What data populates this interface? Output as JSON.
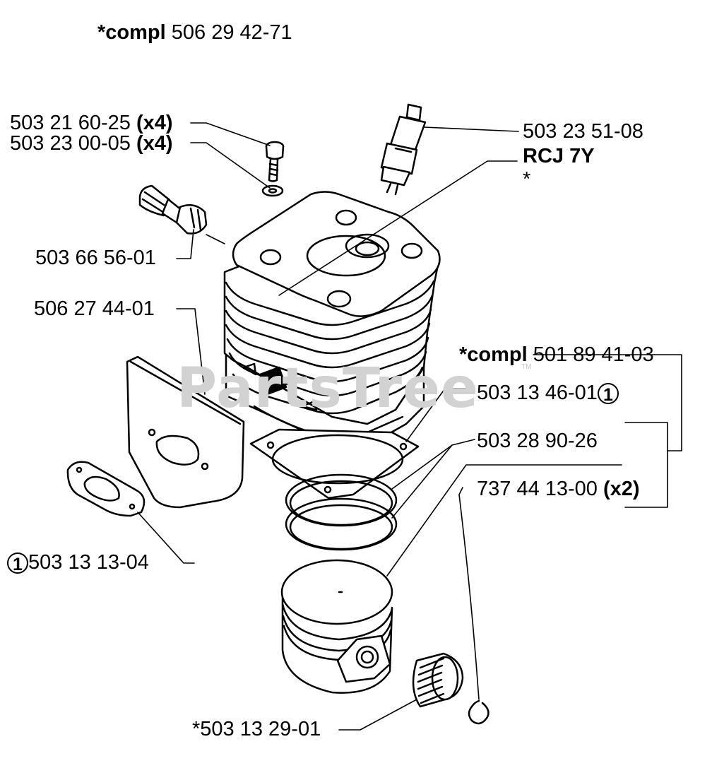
{
  "assembly": {
    "prefix": "*compl",
    "number": "506 29 42-71"
  },
  "watermark": {
    "text": "PartsTree",
    "tm": "TM"
  },
  "parts": {
    "screw": {
      "number": "503 21 60-25",
      "qty": "(x4)"
    },
    "washer": {
      "number": "503 23 00-05",
      "qty": "(x4)"
    },
    "spark_plug": {
      "number": "503 23 51-08",
      "model": "RCJ 7Y"
    },
    "cylinder": {
      "mark": "*"
    },
    "decompression_valve": {
      "number": "503 66 56-01"
    },
    "heat_shield": {
      "number": "506 27 44-01"
    },
    "piston_assembly": {
      "prefix": "*compl",
      "number": "501 89 41-03"
    },
    "cylinder_gasket": {
      "number": "503 13 46-01",
      "ref": "1"
    },
    "piston_rings": {
      "number": "503 28 90-26"
    },
    "circlip": {
      "number": "737 44 13-00",
      "qty": "(x2)"
    },
    "intake_gasket": {
      "number": "503 13 13-04",
      "ref": "1"
    },
    "needle_bearing": {
      "number": "*503 13 29-01"
    }
  },
  "colors": {
    "line": "#000000",
    "background": "#ffffff",
    "watermark": "#d2d2d2"
  }
}
